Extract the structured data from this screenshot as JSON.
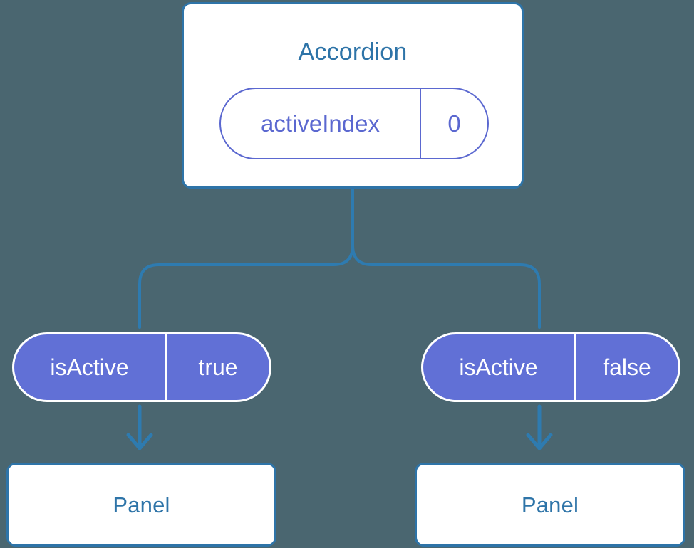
{
  "diagram": {
    "title_semantic": "react-component-state-prop-tree",
    "background_color": "#4a6670",
    "edge_color": "#2e7bb0",
    "card_border_color": "#2e74a8",
    "card_text_color": "#2e74a8",
    "pill_outline_color": "#5b68d0",
    "pill_fill_color": "#6170d6",
    "pill_filled_text_color": "#ffffff"
  },
  "accordion": {
    "title": "Accordion",
    "state": {
      "key": "activeIndex",
      "value": "0"
    }
  },
  "props": [
    {
      "key": "isActive",
      "value": "true"
    },
    {
      "key": "isActive",
      "value": "false"
    }
  ],
  "panels": [
    {
      "title": "Panel"
    },
    {
      "title": "Panel"
    }
  ]
}
